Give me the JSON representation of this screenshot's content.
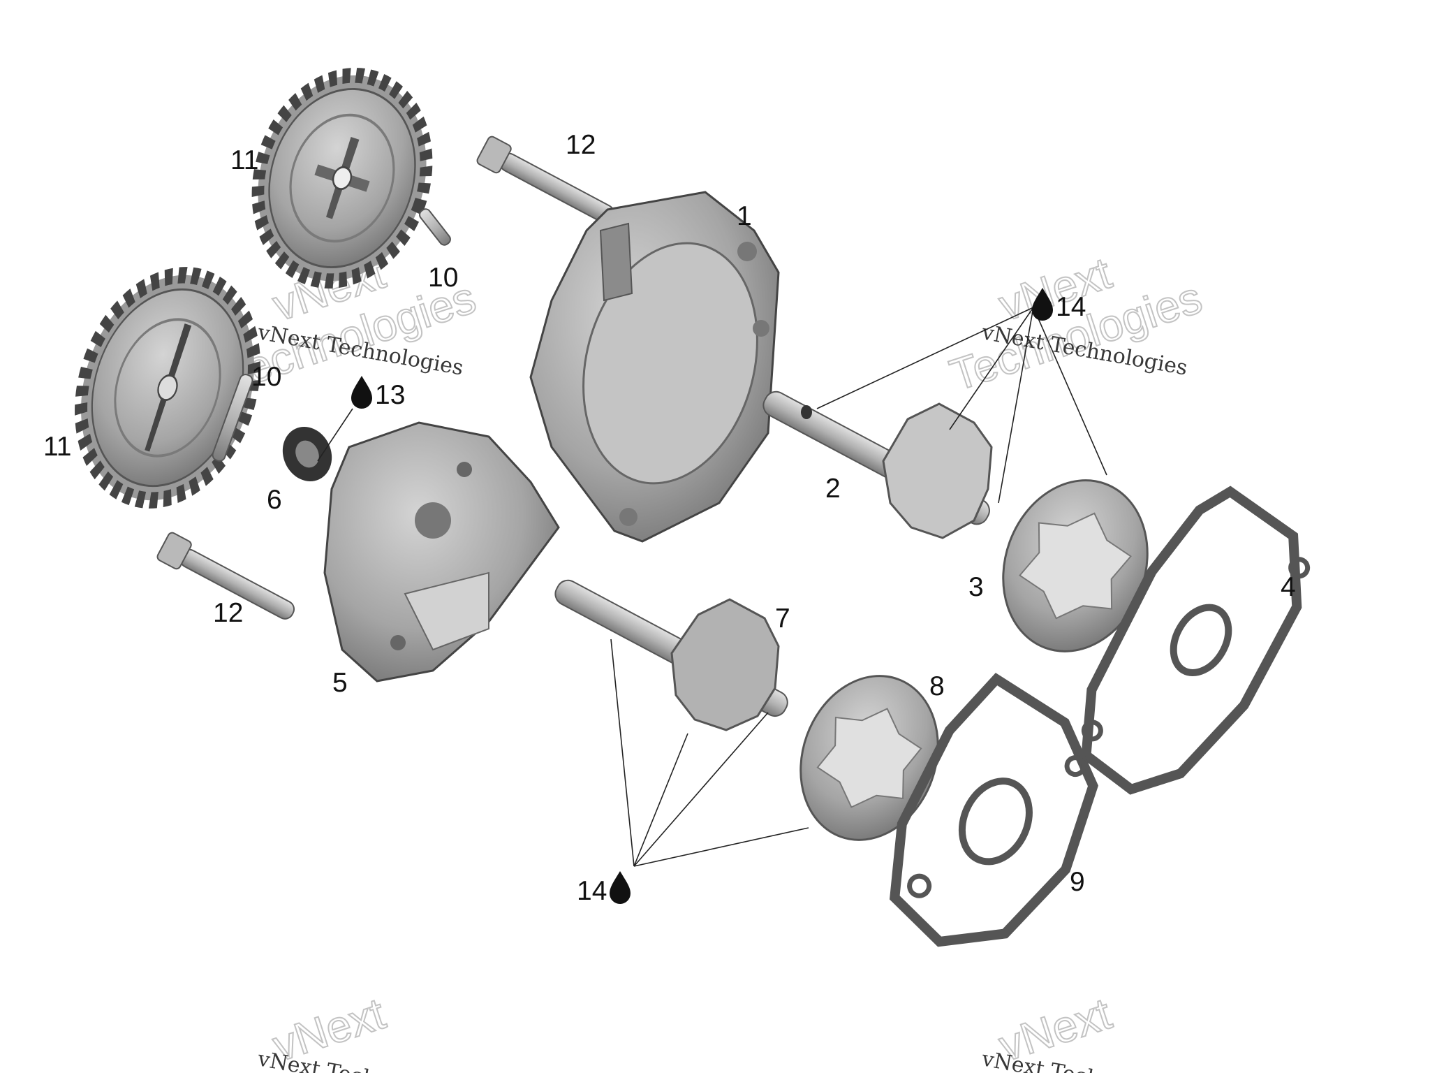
{
  "callouts": {
    "c1": "1",
    "c2": "2",
    "c3": "3",
    "c4": "4",
    "c5": "5",
    "c6": "6",
    "c7": "7",
    "c8": "8",
    "c9": "9",
    "c10a": "10",
    "c10b": "10",
    "c11a": "11",
    "c11b": "11",
    "c12a": "12",
    "c12b": "12",
    "c13": "13",
    "c14a": "14",
    "c14b": "14"
  },
  "watermark": {
    "brand_line1": "vNext",
    "brand_line2": "Technologies",
    "caption": "vNext Technologies"
  },
  "icons": {
    "oil": "oil-drop-icon"
  },
  "colors": {
    "part_fill": "#a9a9a9",
    "part_dark": "#6f6f6f",
    "gasket": "#8a8a8a",
    "lines": "#222222"
  }
}
